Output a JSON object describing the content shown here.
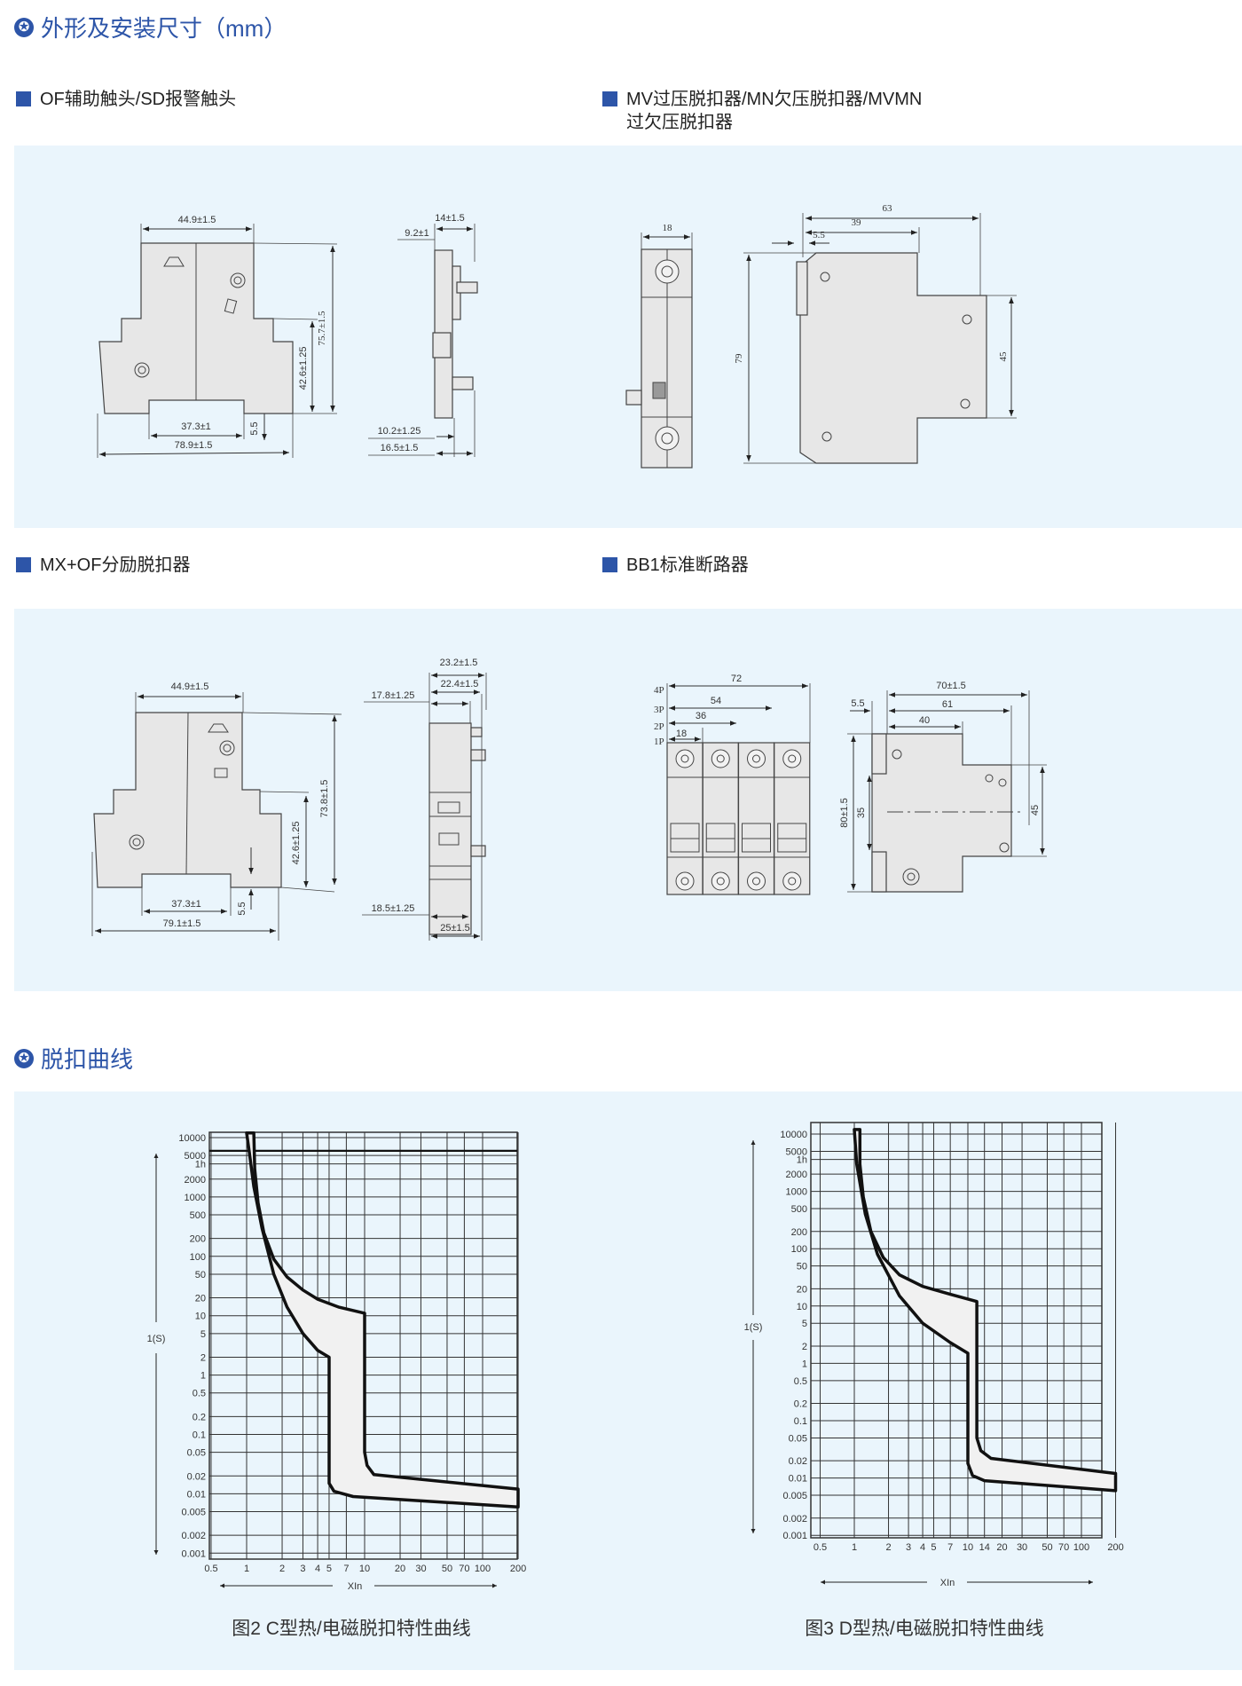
{
  "sections": {
    "dimensions_title": "外形及安装尺寸（mm）",
    "curves_title": "脱扣曲线"
  },
  "subheadings": {
    "of_sd": "OF辅助触头/SD报警触头",
    "mv_mn_line1": "MV过压脱扣器/MN欠压脱扣器/MVMN",
    "mv_mn_line2": "过欠压脱扣器",
    "mx_of": "MX+OF分励脱扣器",
    "bb1": "BB1标准断路器"
  },
  "drawings": {
    "of_front": {
      "width": "44.9±1.5",
      "height": "75.7±1.5",
      "rail": "42.6±1.25",
      "bottom": "37.3±1",
      "total": "78.9±1.5",
      "offset": "5.5"
    },
    "of_side": {
      "d1": "14±1.5",
      "d2": "9.2±1",
      "d3": "10.2±1.25",
      "d4": "16.5±1.5"
    },
    "mv_front": {
      "width": "18"
    },
    "mv_side": {
      "d63": "63",
      "d39": "39",
      "d55": "5.5",
      "h79": "79",
      "h45": "45"
    },
    "mx_front": {
      "width": "44.9±1.5",
      "height": "73.8±1.5",
      "rail": "42.6±1.25",
      "bottom": "37.3±1",
      "total": "79.1±1.5",
      "offset": "5.5"
    },
    "mx_side": {
      "d1": "23.2±1.5",
      "d2": "22.4±1.5",
      "d3": "17.8±1.25",
      "d4": "18.5±1.25",
      "d5": "25±1.5"
    },
    "bb1_front": {
      "p4": "4P",
      "p3": "3P",
      "p2": "2P",
      "p1": "1P",
      "w72": "72",
      "w54": "54",
      "w36": "36",
      "w18": "18"
    },
    "bb1_side": {
      "d70": "70±1.5",
      "d61": "61",
      "d40": "40",
      "d55": "5.5",
      "h80": "80±1.5",
      "h35": "35",
      "h45": "45"
    }
  },
  "chart_data": [
    {
      "type": "area",
      "title": "图2 C型热/电磁脱扣特性曲线",
      "xlabel": "XIn",
      "ylabel": "1(S)",
      "xscale": "log",
      "yscale": "log",
      "xlim": [
        0.5,
        200
      ],
      "ylim": [
        0.001,
        10000
      ],
      "grid": true,
      "x_ticks": [
        {
          "label": "0.5",
          "value": 0.5
        },
        {
          "label": "1",
          "value": 1
        },
        {
          "label": "2",
          "value": 2
        },
        {
          "label": "3",
          "value": 3
        },
        {
          "label": "4",
          "value": 4
        },
        {
          "label": "5",
          "value": 5
        },
        {
          "label": "7",
          "value": 7
        },
        {
          "label": "10",
          "value": 10
        },
        {
          "label": "20",
          "value": 20
        },
        {
          "label": "30",
          "value": 30
        },
        {
          "label": "50",
          "value": 50
        },
        {
          "label": "70",
          "value": 70
        },
        {
          "label": "100",
          "value": 100
        },
        {
          "label": "200",
          "value": 200
        }
      ],
      "y_ticks": [
        {
          "label": "10000",
          "value": 10000
        },
        {
          "label": "5000",
          "value": 5000
        },
        {
          "label": "1h",
          "value": 3600
        },
        {
          "label": "2000",
          "value": 2000
        },
        {
          "label": "1000",
          "value": 1000
        },
        {
          "label": "500",
          "value": 500
        },
        {
          "label": "200",
          "value": 200
        },
        {
          "label": "100",
          "value": 100
        },
        {
          "label": "50",
          "value": 50
        },
        {
          "label": "20",
          "value": 20
        },
        {
          "label": "10",
          "value": 10
        },
        {
          "label": "5",
          "value": 5
        },
        {
          "label": "2",
          "value": 2
        },
        {
          "label": "1",
          "value": 1
        },
        {
          "label": "0.5",
          "value": 0.5
        },
        {
          "label": "0.2",
          "value": 0.2
        },
        {
          "label": "0.1",
          "value": 0.1
        },
        {
          "label": "0.05",
          "value": 0.05
        },
        {
          "label": "0.02",
          "value": 0.02
        },
        {
          "label": "0.01",
          "value": 0.01
        },
        {
          "label": "0.005",
          "value": 0.005
        },
        {
          "label": "0.002",
          "value": 0.002
        },
        {
          "label": "0.001",
          "value": 0.001
        }
      ],
      "reference_line_y": 6000,
      "band": [
        [
          1.15,
          12000
        ],
        [
          1.17,
          3000
        ],
        [
          1.25,
          800
        ],
        [
          1.4,
          250
        ],
        [
          1.7,
          90
        ],
        [
          2.2,
          45
        ],
        [
          3,
          27
        ],
        [
          4,
          19
        ],
        [
          6,
          14
        ],
        [
          10,
          11
        ],
        [
          10,
          0.05
        ],
        [
          10.5,
          0.03
        ],
        [
          12,
          0.021
        ],
        [
          200,
          0.012
        ],
        [
          200,
          0.006
        ],
        [
          8,
          0.009
        ],
        [
          5.5,
          0.011
        ],
        [
          5,
          0.015
        ],
        [
          5,
          2
        ],
        [
          4,
          2.6
        ],
        [
          3,
          5
        ],
        [
          2.2,
          14
        ],
        [
          1.7,
          50
        ],
        [
          1.35,
          300
        ],
        [
          1.15,
          1500
        ],
        [
          1.05,
          6000
        ],
        [
          1,
          12000
        ]
      ]
    },
    {
      "type": "area",
      "title": "图3 D型热/电磁脱扣特性曲线",
      "xlabel": "XIn",
      "ylabel": "1(S)",
      "xscale": "log",
      "yscale": "log",
      "xlim": [
        0.5,
        200
      ],
      "ylim": [
        0.001,
        10000
      ],
      "grid": true,
      "x_ticks": [
        {
          "label": "0.5",
          "value": 0.5
        },
        {
          "label": "1",
          "value": 1
        },
        {
          "label": "2",
          "value": 2
        },
        {
          "label": "3",
          "value": 3
        },
        {
          "label": "4",
          "value": 4
        },
        {
          "label": "5",
          "value": 5
        },
        {
          "label": "7",
          "value": 7
        },
        {
          "label": "10",
          "value": 10
        },
        {
          "label": "14",
          "value": 14
        },
        {
          "label": "20",
          "value": 20
        },
        {
          "label": "30",
          "value": 30
        },
        {
          "label": "50",
          "value": 50
        },
        {
          "label": "70",
          "value": 70
        },
        {
          "label": "100",
          "value": 100
        },
        {
          "label": "200",
          "value": 200
        }
      ],
      "y_ticks": [
        {
          "label": "10000",
          "value": 10000
        },
        {
          "label": "5000",
          "value": 5000
        },
        {
          "label": "1h",
          "value": 3600
        },
        {
          "label": "2000",
          "value": 2000
        },
        {
          "label": "1000",
          "value": 1000
        },
        {
          "label": "500",
          "value": 500
        },
        {
          "label": "200",
          "value": 200
        },
        {
          "label": "100",
          "value": 100
        },
        {
          "label": "50",
          "value": 50
        },
        {
          "label": "20",
          "value": 20
        },
        {
          "label": "10",
          "value": 10
        },
        {
          "label": "5",
          "value": 5
        },
        {
          "label": "2",
          "value": 2
        },
        {
          "label": "1",
          "value": 1
        },
        {
          "label": "0.5",
          "value": 0.5
        },
        {
          "label": "0.2",
          "value": 0.2
        },
        {
          "label": "0.1",
          "value": 0.1
        },
        {
          "label": "0.05",
          "value": 0.05
        },
        {
          "label": "0.02",
          "value": 0.02
        },
        {
          "label": "0.01",
          "value": 0.01
        },
        {
          "label": "0.005",
          "value": 0.005
        },
        {
          "label": "0.002",
          "value": 0.002
        },
        {
          "label": "0.001",
          "value": 0.001
        }
      ],
      "band": [
        [
          1.12,
          12000
        ],
        [
          1.12,
          3000
        ],
        [
          1.2,
          800
        ],
        [
          1.4,
          200
        ],
        [
          1.8,
          70
        ],
        [
          2.5,
          35
        ],
        [
          4,
          22
        ],
        [
          7,
          16
        ],
        [
          12,
          12
        ],
        [
          12,
          0.05
        ],
        [
          13,
          0.03
        ],
        [
          16,
          0.022
        ],
        [
          200,
          0.012
        ],
        [
          200,
          0.006
        ],
        [
          14,
          0.009
        ],
        [
          11,
          0.011
        ],
        [
          10,
          0.018
        ],
        [
          10,
          1.5
        ],
        [
          7,
          2.3
        ],
        [
          4,
          5
        ],
        [
          2.5,
          15
        ],
        [
          1.6,
          80
        ],
        [
          1.25,
          400
        ],
        [
          1.05,
          3000
        ],
        [
          1,
          12000
        ]
      ]
    }
  ]
}
